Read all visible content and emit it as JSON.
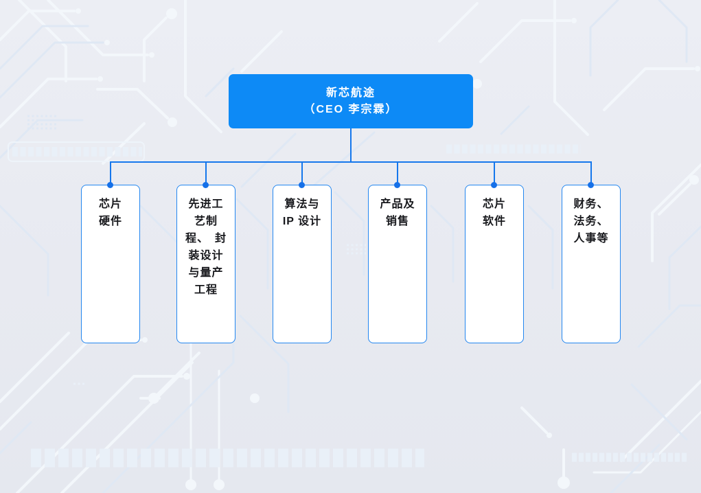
{
  "colors": {
    "root_fill": "#0d8af6",
    "root_text": "#ffffff",
    "connector": "#1577ec",
    "junction_dot": "#1570e8",
    "node_bg": "#ffffff",
    "node_border": "#2286f0",
    "node_text": "#17181c",
    "bg_base": "#e8eaf1",
    "trace_light": "#f3f7fb",
    "trace_blue": "#dfe8f4",
    "pad": "#e9f0f8"
  },
  "org": {
    "root": {
      "label": "新芯航途（CEO 李宗霖）",
      "display": "新芯航途\n（CEO 李宗霖）"
    },
    "children": [
      {
        "label": "芯片硬件",
        "display": "芯片\n硬件"
      },
      {
        "label": "先进工艺制程、封装设计与量产工程",
        "display": "先进工\n艺制\n程、　封\n装设计\n与量产\n工程"
      },
      {
        "label": "算法与IP 设计",
        "display": "算法与\nIP 设计"
      },
      {
        "label": "产品及销售",
        "display": "产品及\n销售"
      },
      {
        "label": "芯片软件",
        "display": "芯片\n软件"
      },
      {
        "label": "财务、法务、人事等",
        "display": "财务、\n法务、\n人事等"
      }
    ]
  }
}
